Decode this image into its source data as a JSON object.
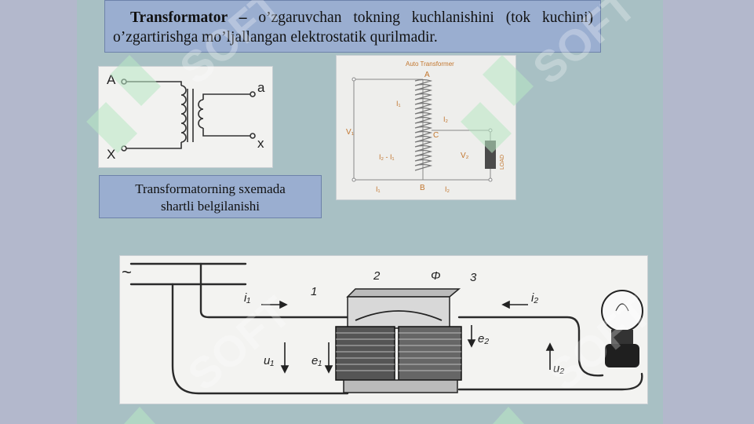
{
  "title": {
    "bold": "Transformator –",
    "rest": " o’zgaruvchan tokning kuchlanishini (tok kuchini) o’zgartirishga mo’ljallangan elektrostatik qurilmadir."
  },
  "caption": {
    "line1": "Transformatorning sxemada",
    "line2": "shartli belgilanishi"
  },
  "schematic": {
    "A": "A",
    "X": "X",
    "a": "a",
    "x": "x"
  },
  "auto_transformer": {
    "title": "Auto Transformer",
    "A": "A",
    "B": "B",
    "C": "C",
    "V1": "V₁",
    "V2": "V₂",
    "I1_top": "I₁",
    "I2_right": "I₂",
    "I2_minus_I1": "I₂ - I₁",
    "I1_bottom": "I₁",
    "I2_bottom": "I₂",
    "load": "LOAD"
  },
  "drawing": {
    "tilde": "~",
    "i1": "i₁",
    "i2": "i₂",
    "u1": "u₁",
    "u2": "u₂",
    "e1": "e₁",
    "e2": "e₂",
    "n1": "1",
    "n2": "2",
    "n3": "3",
    "phi": "Φ"
  },
  "watermark": {
    "text": "SOFT"
  },
  "colors": {
    "slide_bg": "#a8c0c4",
    "box_bg": "#9aaed0",
    "side_bg": "#b3b8cc"
  }
}
